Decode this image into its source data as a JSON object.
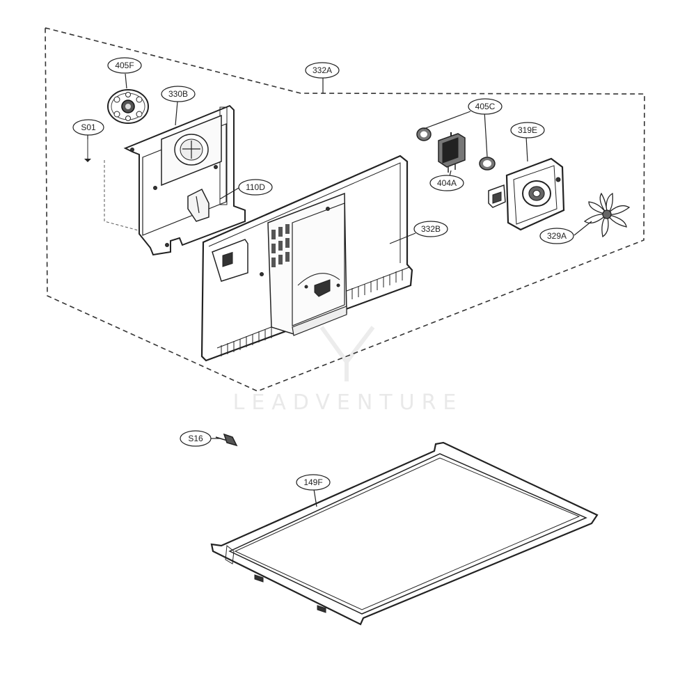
{
  "diagram": {
    "callouts": [
      {
        "id": "405F",
        "label": "405F"
      },
      {
        "id": "332A",
        "label": "332A"
      },
      {
        "id": "330B",
        "label": "330B"
      },
      {
        "id": "S01",
        "label": "S01"
      },
      {
        "id": "405C",
        "label": "405C"
      },
      {
        "id": "319E",
        "label": "319E"
      },
      {
        "id": "110D",
        "label": "110D"
      },
      {
        "id": "404A",
        "label": "404A"
      },
      {
        "id": "332B",
        "label": "332B"
      },
      {
        "id": "329A",
        "label": "329A"
      },
      {
        "id": "S16",
        "label": "S16"
      },
      {
        "id": "149F",
        "label": "149F"
      }
    ],
    "watermark": "LEADVENTURE"
  }
}
